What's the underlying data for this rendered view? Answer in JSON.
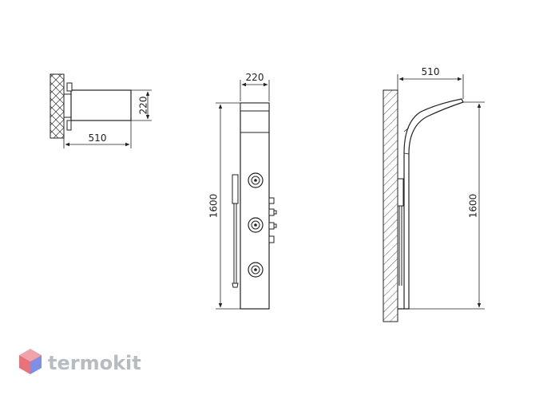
{
  "top_view": {
    "width_label": "510",
    "depth_label": "220"
  },
  "front_view": {
    "width_label": "220",
    "height_label": "1600"
  },
  "side_view": {
    "projection_label": "510",
    "height_label": "1600"
  },
  "watermark": {
    "text": "termokit",
    "accent_color": "#e8717a",
    "secondary_color": "#7e90e6"
  }
}
